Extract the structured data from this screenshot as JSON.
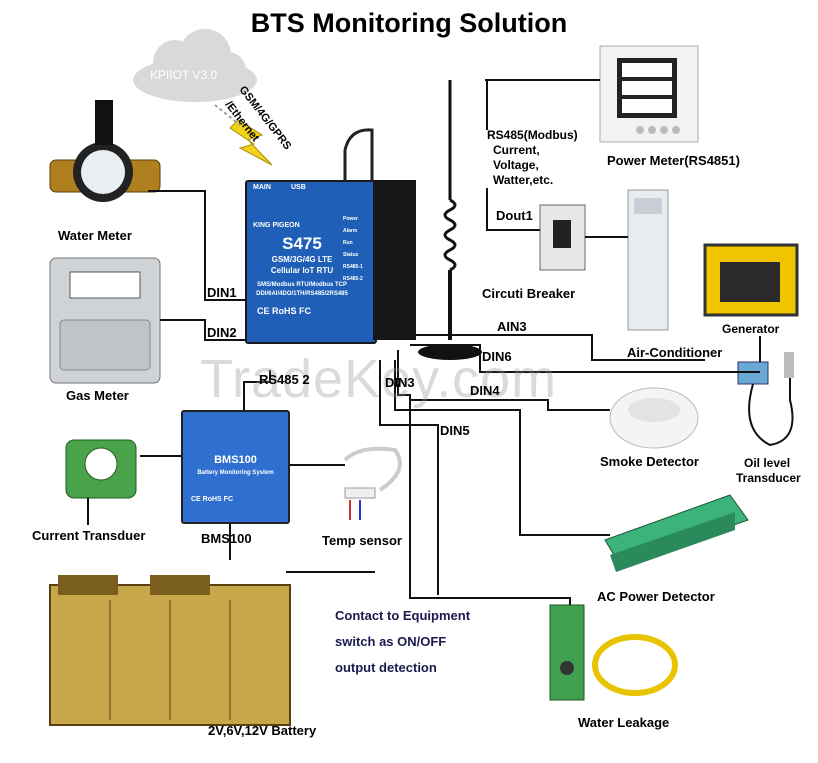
{
  "title": "BTS Monitoring Solution",
  "cloud": {
    "label": "KPIIOT V3.0"
  },
  "link_label": {
    "line1": "GSM/4G/GPRS",
    "line2": "/Ethernet"
  },
  "rtu": {
    "model": "S475",
    "line1": "GSM/3G/4G LTE",
    "line2": "Cellular IoT RTU",
    "line3": "SMS/Modbus RTU/Modbus TCP",
    "line4": "DDI/6AI/4DO/1TH/RS485/2RS485",
    "cert": "CE RoHS FC",
    "brand": "KING PIGEON",
    "indicators": [
      "Power",
      "Alarm",
      "Run",
      "Status",
      "RS485-1",
      "RS485-2"
    ],
    "top_labels": [
      "MAIN",
      "USB"
    ]
  },
  "bms": {
    "model": "BMS100",
    "subtitle": "Battery Monitoring System",
    "cert": "CE RoHS FC"
  },
  "devices": {
    "water_meter": "Water Meter",
    "gas_meter": "Gas Meter",
    "power_meter": "Power Meter(RS4851)",
    "circuit_breaker": "Circuti Breaker",
    "air_conditioner": "Air-Conditioner",
    "generator": "Generator",
    "smoke_detector": "Smoke Detector",
    "oil_level": {
      "line1": "Oil level",
      "line2": "Transducer"
    },
    "current_transducer": "Current Transduer",
    "bms_label": "BMS100",
    "temp_sensor": "Temp sensor",
    "ac_power_detector": "AC Power Detector",
    "water_leakage": "Water Leakage",
    "battery": "2V,6V,12V Battery"
  },
  "rs485_note": {
    "line1": "RS485(Modbus)",
    "line2": "Current,",
    "line3": "Voltage,",
    "line4": "Watter,etc."
  },
  "ports": {
    "din1": "DIN1",
    "din2": "DIN2",
    "din3": "DIN3",
    "din4": "DIN4",
    "din5": "DIN5",
    "din6": "DIN6",
    "ain3": "AIN3",
    "dout1": "Dout1",
    "rs485_2": "RS485 2"
  },
  "contact_note": {
    "line1": "Contact to Equipment",
    "line2": "switch as ON/OFF",
    "line3": "output detection"
  },
  "watermark": "TradeKey.com",
  "colors": {
    "rtu_blue": "#1f5fb8",
    "bms_blue": "#2f6fcf",
    "note_blue": "#1a1a4e",
    "wire": "#111111"
  }
}
